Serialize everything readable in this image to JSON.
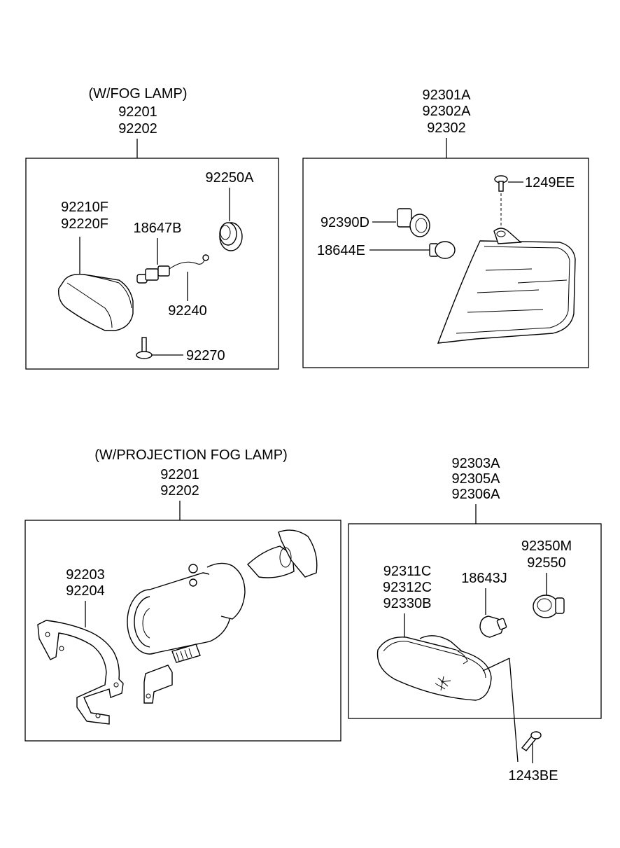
{
  "diagram": {
    "fog_lamp": {
      "heading": "(W/FOG LAMP)",
      "assembly": [
        "92201",
        "92202"
      ],
      "parts": {
        "lamp": [
          "92210F",
          "92220F"
        ],
        "bulb": "18647B",
        "socket": "92250A",
        "wire": "92240",
        "screw": "92270"
      }
    },
    "front_combination_lamp": {
      "assembly": [
        "92301A",
        "92302A",
        "92302"
      ],
      "parts": {
        "screw": "1249EE",
        "socket": "92390D",
        "bulb": "18644E"
      }
    },
    "projection_fog_lamp": {
      "heading": "(W/PROJECTION FOG LAMP)",
      "assembly": [
        "92201",
        "92202"
      ],
      "parts": {
        "bracket": [
          "92203",
          "92204"
        ]
      }
    },
    "side_repeater": {
      "assembly": [
        "92303A",
        "92305A",
        "92306A"
      ],
      "parts": {
        "socket": [
          "92350M",
          "92550"
        ],
        "lens": [
          "92311C",
          "92312C",
          "92330B"
        ],
        "bulb": "18643J",
        "screw": "1243BE"
      }
    }
  }
}
